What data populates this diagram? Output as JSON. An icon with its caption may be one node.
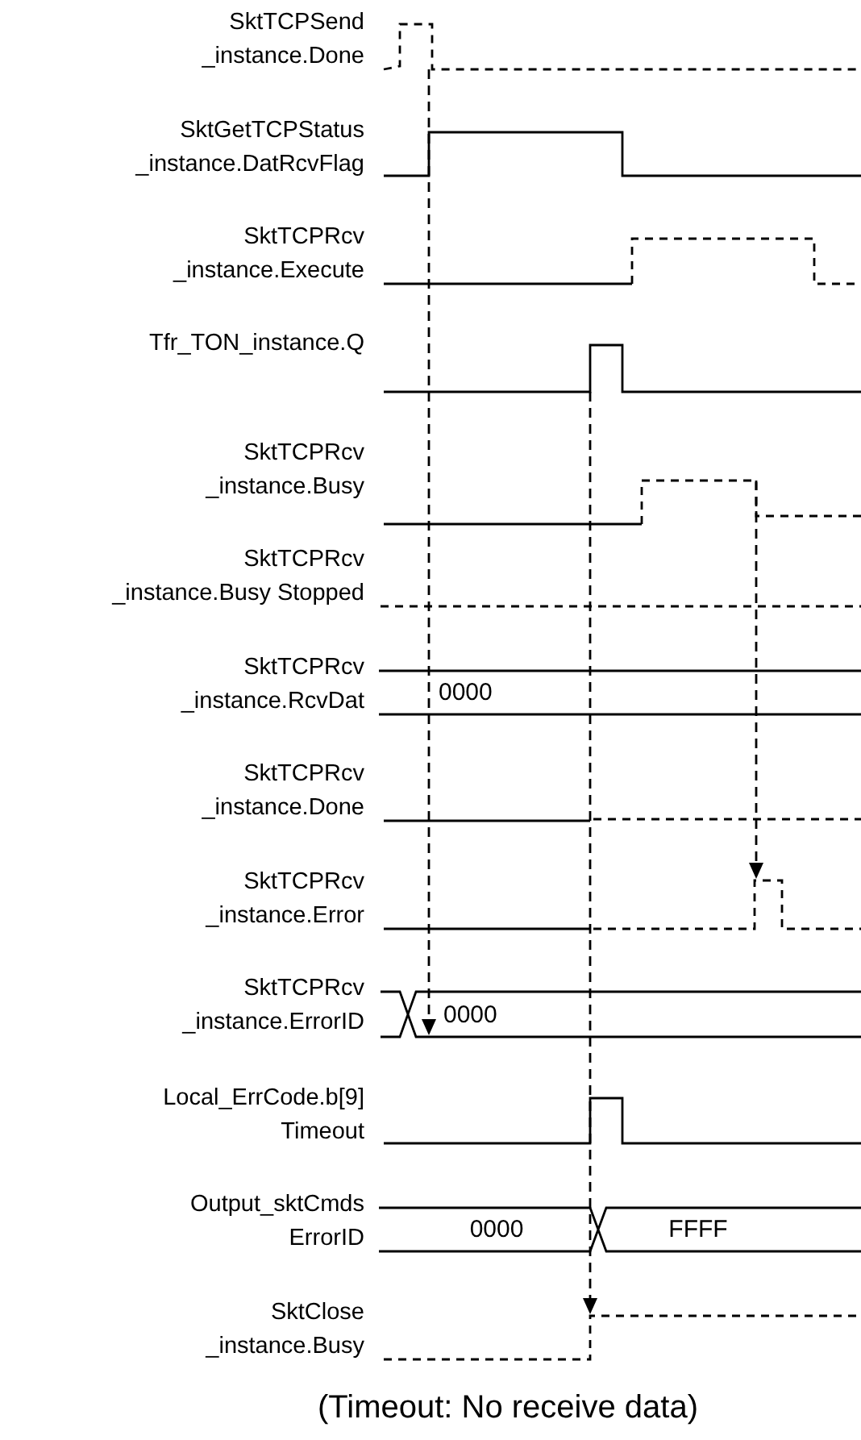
{
  "diagram": {
    "caption": "(Timeout: No receive data)",
    "labels": [
      "SktTCPSend _instance.Done",
      "SktGetTCPStatus _instance.DatRcvFlag",
      "SktTCPRcv _instance.Execute",
      "Tfr_TON_instance.Q",
      "SktTCPRcv _instance.Busy",
      "SktTCPRcv _instance.Busy Stopped",
      "SktTCPRcv _instance.RcvDat",
      "0000",
      "SktTCPRcv _instance.Done",
      "SktTCPRcv _instance.Error",
      "SktTCPRcv _instance.ErrorID",
      "0000",
      "Local_ErrCode.b[9] Timeout",
      "Output_sktCmds ErrorID",
      "0000",
      "FFFF",
      "SktClose _instance.Busy"
    ]
  }
}
